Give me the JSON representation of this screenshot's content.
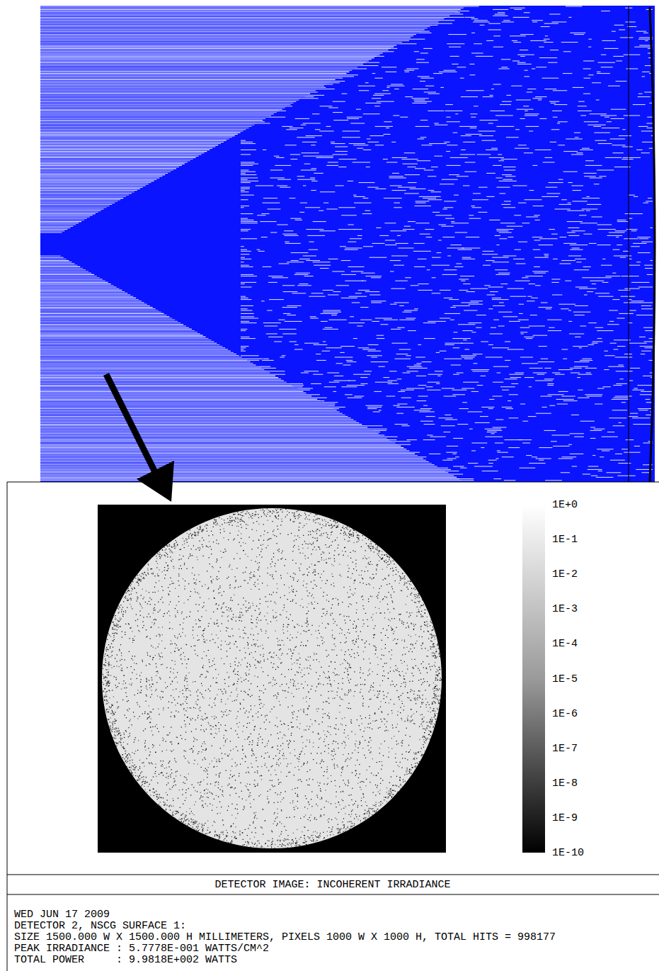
{
  "diagram": {
    "labels": [
      "1E+0",
      "1E-1",
      "1E-2",
      "1E-3",
      "1E-4",
      "1E-5",
      "1E-6",
      "1E-7",
      "1E-8",
      "1E-9",
      "1E-10",
      "DETECTOR IMAGE: INCOHERENT IRRADIANCE",
      "WED JUN 17 2009",
      "DETECTOR 2, NSCG SURFACE 1:",
      "SIZE 1500.000 W X 1500.000 H MILLIMETERS, PIXELS 1000 W X 1000 H, TOTAL HITS = 998177",
      "PEAK IRRADIANCE : 5.7778E-001 WATTS/CM^2",
      "TOTAL POWER     : 9.9818E+002 WATTS"
    ]
  }
}
